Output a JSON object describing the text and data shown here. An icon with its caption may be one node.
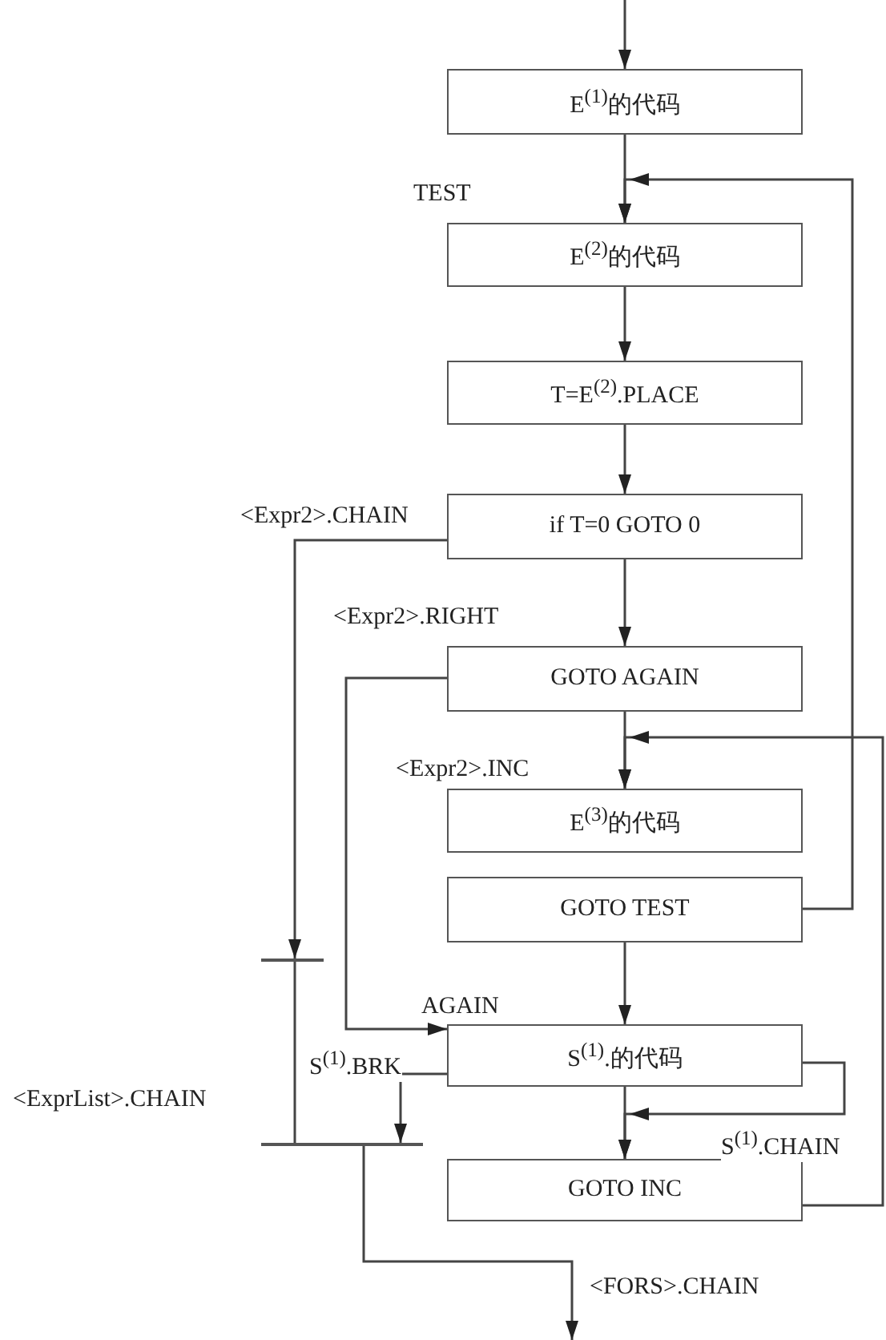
{
  "diagram": {
    "nodes": [
      {
        "text": [
          "E$^{(1)}$的代码"
        ]
      },
      {
        "text": [
          "E$^{(2)}$的代码"
        ]
      },
      {
        "text": [
          "T=E$^{(2)}$.PLACE"
        ]
      },
      {
        "text": [
          "if T=0 GOTO 0"
        ]
      },
      {
        "text": [
          "GOTO AGAIN"
        ]
      },
      {
        "text": [
          "E$^{(3)}$的代码"
        ]
      },
      {
        "text": [
          "GOTO TEST"
        ]
      },
      {
        "text": [
          "S$^{(1)}$.的代码"
        ]
      },
      {
        "text": [
          "GOTO INC"
        ]
      },
      {
        "text": [],
        "shape": "bar"
      },
      {
        "text": [],
        "shape": "bar"
      }
    ],
    "edges": [
      {
        "from": null,
        "to": 0,
        "arrow": "to"
      },
      {
        "from": 0,
        "to": 1,
        "arrow": "to"
      },
      {
        "from": 6,
        "to": 1,
        "arrow": "to"
      },
      {
        "from": 1,
        "to": 2,
        "arrow": "to"
      },
      {
        "from": 2,
        "to": 3,
        "arrow": "to"
      },
      {
        "from": 3,
        "to": 4,
        "arrow": "to"
      },
      {
        "from": 3,
        "to": 9,
        "arrow": "to",
        "label": "<Expr2>.CHAIN"
      },
      {
        "from": 4,
        "to": 5,
        "arrow": "to"
      },
      {
        "from": 4,
        "to": 7,
        "arrow": "to"
      },
      {
        "from": 8,
        "to": 5,
        "arrow": "to"
      },
      {
        "from": 6,
        "to": 7,
        "arrow": "to"
      },
      {
        "from": 7,
        "to": 8,
        "arrow": "to"
      },
      {
        "from": 7,
        "to": 8,
        "arrow": "to",
        "label": "S$^{(1)}$.CHAIN"
      },
      {
        "from": 7,
        "to": 10,
        "arrow": "to",
        "label": "S$^{(1)}$.BRK"
      },
      {
        "from": 9,
        "to": 10,
        "arrow": "none",
        "label": "<ExprList>.CHAIN"
      },
      {
        "from": 10,
        "to": null,
        "arrow": "to",
        "label": "<FORS>.CHAIN"
      }
    ],
    "labels": [
      "TEST",
      "<Expr2>.RIGHT",
      "<Expr2>.INC",
      "AGAIN"
    ]
  }
}
